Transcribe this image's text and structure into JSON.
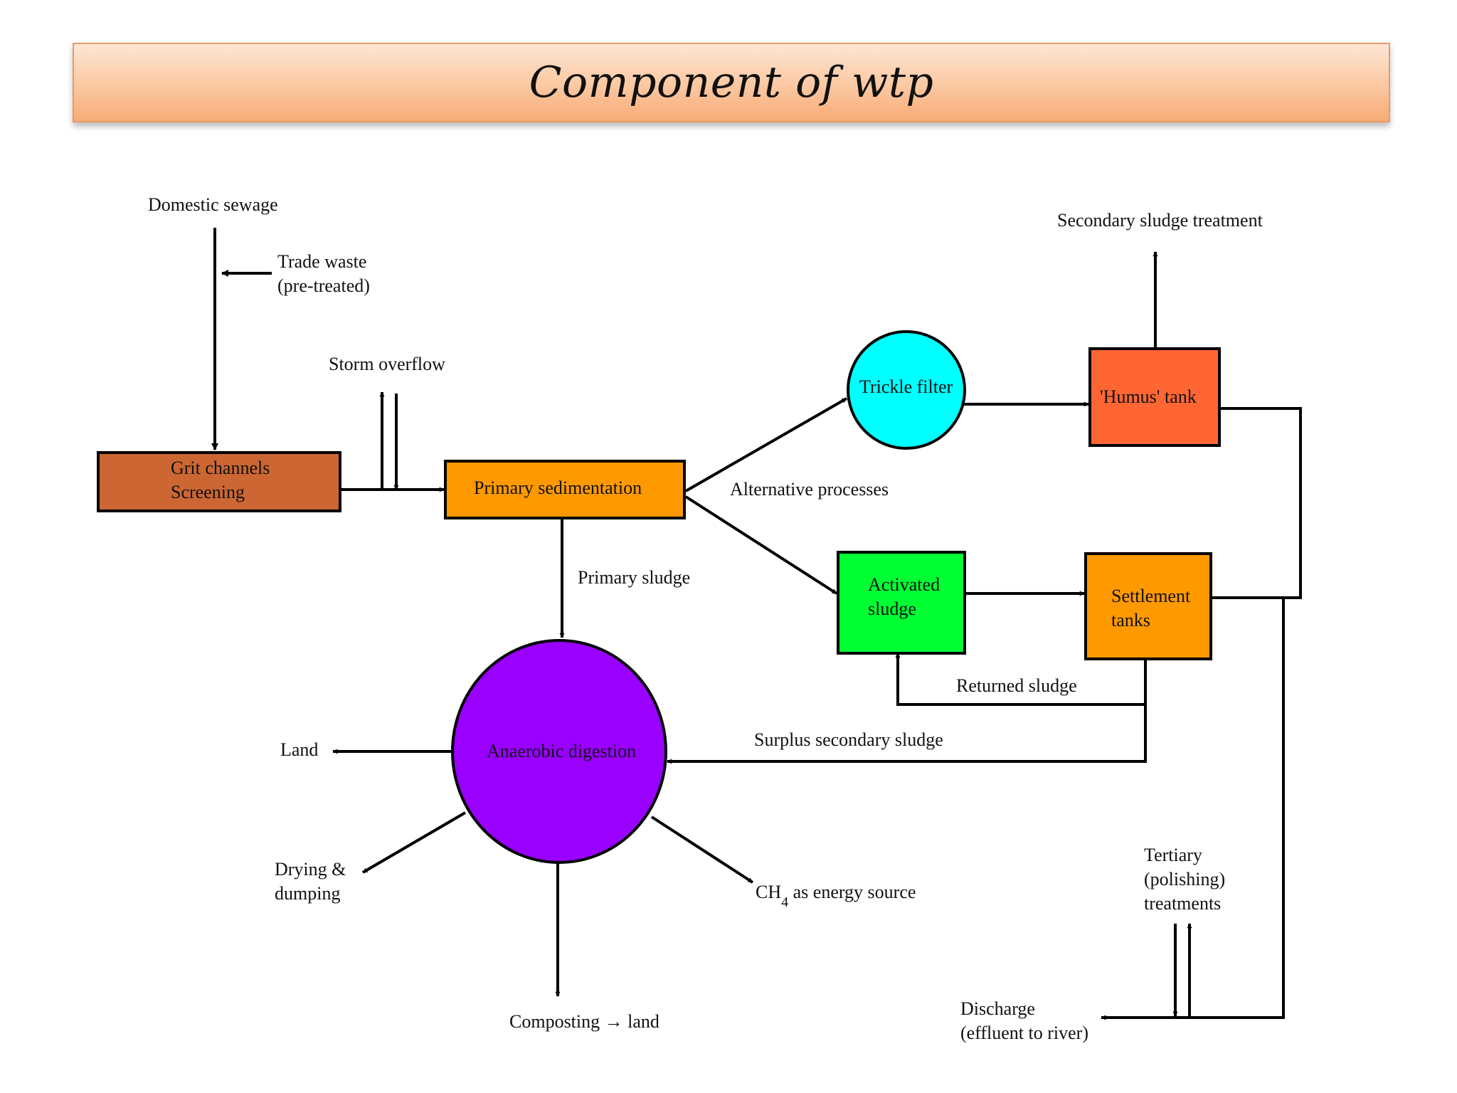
{
  "title": "Component of wtp",
  "nodes": {
    "grit_line1": "Grit channels",
    "grit_line2": "Screening",
    "primary_sedimentation": "Primary sedimentation",
    "trickle_filter": "Trickle filter",
    "humus_tank": "'Humus' tank",
    "activated_line1": "Activated",
    "activated_line2": "sludge",
    "settlement_line1": "Settlement",
    "settlement_line2": "tanks",
    "anaerobic_digestion": "Anaerobic digestion"
  },
  "labels": {
    "domestic_sewage": "Domestic sewage",
    "trade_waste_line1": "Trade waste",
    "trade_waste_line2": "(pre-treated)",
    "storm_overflow": "Storm overflow",
    "alternative_processes": "Alternative processes",
    "primary_sludge": "Primary sludge",
    "secondary_sludge_treatment": "Secondary sludge treatment",
    "returned_sludge": "Returned sludge",
    "surplus_secondary_sludge": "Surplus secondary sludge",
    "land": "Land",
    "drying_line1": "Drying &",
    "drying_line2": "dumping",
    "ch4_main": "CH",
    "ch4_sub": "4",
    "ch4_rest": " as energy source",
    "composting": "Composting → land",
    "tertiary_line1": "Tertiary",
    "tertiary_line2": "(polishing)",
    "tertiary_line3": "treatments",
    "discharge_line1": "Discharge",
    "discharge_line2": "(effluent to river)"
  },
  "colors": {
    "grit": "#cc6633",
    "primary": "#ff9900",
    "trickle": "#00ffff",
    "humus": "#ff6633",
    "activated": "#00ff33",
    "settlement": "#ff9900",
    "anaerobic": "#9900ff"
  }
}
